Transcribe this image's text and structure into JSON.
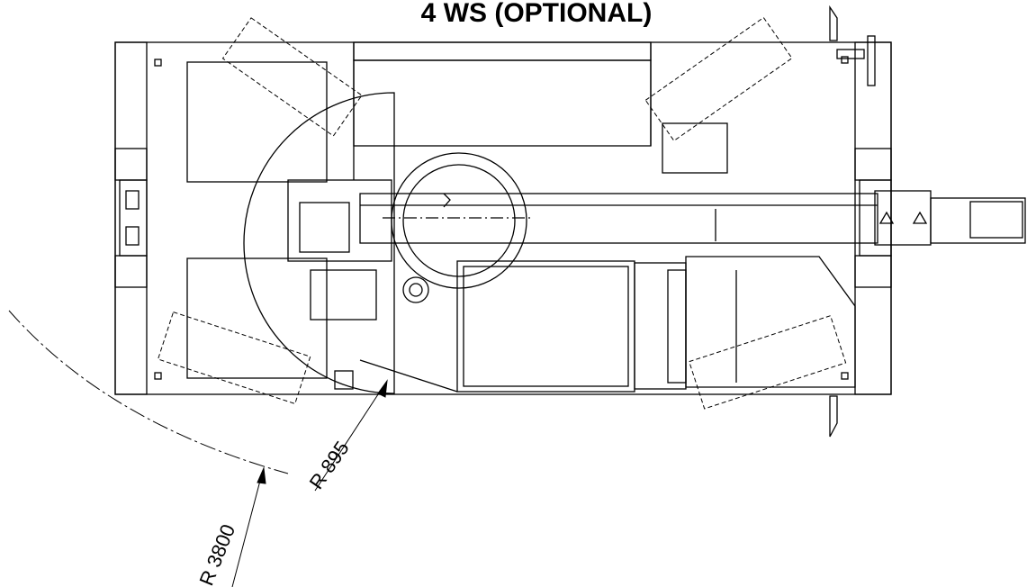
{
  "title": "4 WS (OPTIONAL)",
  "dimensions": {
    "r895": "R 895",
    "r3800": "R 3800"
  },
  "colors": {
    "line": "#000000",
    "background": "#ffffff"
  }
}
